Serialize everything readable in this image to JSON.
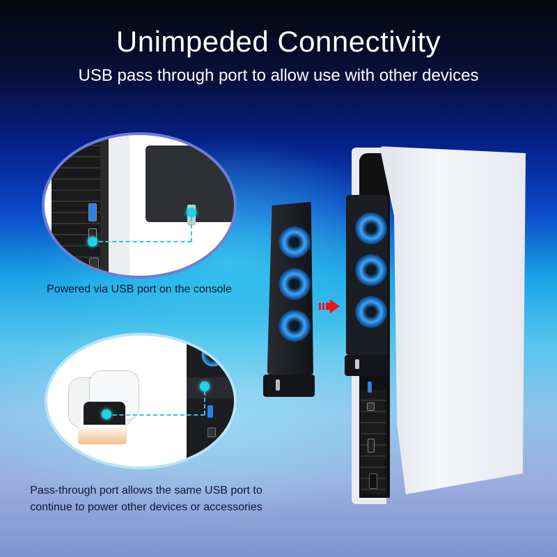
{
  "header": {
    "title": "Unimpeded Connectivity",
    "subtitle": "USB pass through port to allow use with other devices"
  },
  "callouts": [
    {
      "caption": "Powered via USB port on the console"
    },
    {
      "caption_line1": "Pass-through port allows the same USB port to",
      "caption_line2": "continue to power other devices or accessories"
    }
  ],
  "colors": {
    "accent_dot": "#1fd2e8",
    "arrow": "#e8141a",
    "text_dark": "#0d1630",
    "circle1_border": "#6b7fd6",
    "circle2_border": "#b9e3f3"
  },
  "icons": [
    "usb-port-icon",
    "right-arrow-icon",
    "fan-icon",
    "controller-icon"
  ]
}
